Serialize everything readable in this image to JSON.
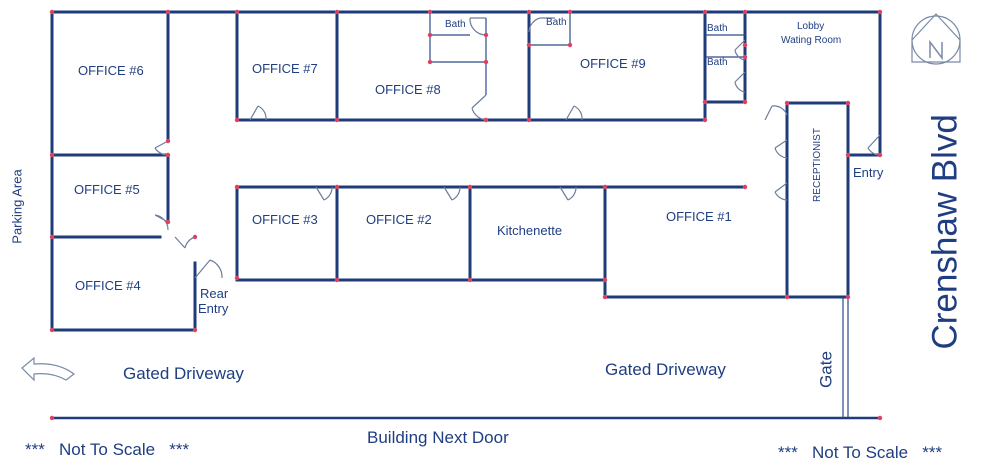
{
  "rooms": {
    "office6": "OFFICE #6",
    "office7": "OFFICE #7",
    "office8": "OFFICE #8",
    "office9": "OFFICE #9",
    "office5": "OFFICE #5",
    "office4": "OFFICE #4",
    "office3": "OFFICE #3",
    "office2": "OFFICE #2",
    "office1": "OFFICE #1",
    "kitchenette": "Kitchenette",
    "bath_a": "Bath",
    "bath_b": "Bath",
    "bath_c": "Bath",
    "bath_d": "Bath",
    "lobby": "Lobby",
    "waiting_room": "Wating Room",
    "receptionist": "RECEPTIONIST"
  },
  "exterior": {
    "parking_area": "Parking Area",
    "rear_entry_line1": "Rear",
    "rear_entry_line2": "Entry",
    "entry": "Entry",
    "gated_driveway_left": "Gated Driveway",
    "gated_driveway_right": "Gated Driveway",
    "gate": "Gate",
    "street": "Crenshaw Blvd",
    "building_next_door": "Building Next Door"
  },
  "notes": {
    "not_to_scale_left": "***   Not To Scale   ***",
    "not_to_scale_right": "***   Not To Scale   ***"
  },
  "compass": {
    "letter": "N",
    "icon": "north-arrow-icon"
  },
  "colors": {
    "walls": "#1f3b7a",
    "text": "#1f3e82",
    "nodes": "#e04060"
  }
}
